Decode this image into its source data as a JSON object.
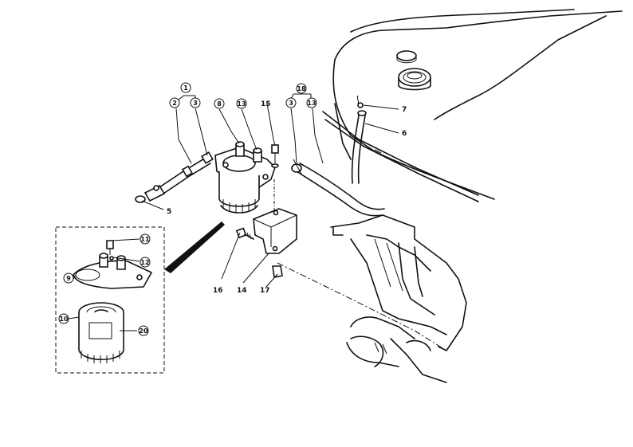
{
  "callouts": [
    {
      "id": "1",
      "text": "1"
    },
    {
      "id": "2",
      "text": "2"
    },
    {
      "id": "3a",
      "text": "3"
    },
    {
      "id": "8",
      "text": "8"
    },
    {
      "id": "13a",
      "text": "13"
    },
    {
      "id": "15",
      "text": "15"
    },
    {
      "id": "3b",
      "text": "3"
    },
    {
      "id": "13b",
      "text": "13"
    },
    {
      "id": "18",
      "text": "18"
    },
    {
      "id": "7",
      "text": "7"
    },
    {
      "id": "6",
      "text": "6"
    },
    {
      "id": "5",
      "text": "5"
    },
    {
      "id": "11",
      "text": "11"
    },
    {
      "id": "12",
      "text": "12"
    },
    {
      "id": "9",
      "text": "9"
    },
    {
      "id": "10",
      "text": "10"
    },
    {
      "id": "20",
      "text": "20"
    },
    {
      "id": "16",
      "text": "16"
    },
    {
      "id": "14",
      "text": "14"
    },
    {
      "id": "17",
      "text": "17"
    }
  ]
}
